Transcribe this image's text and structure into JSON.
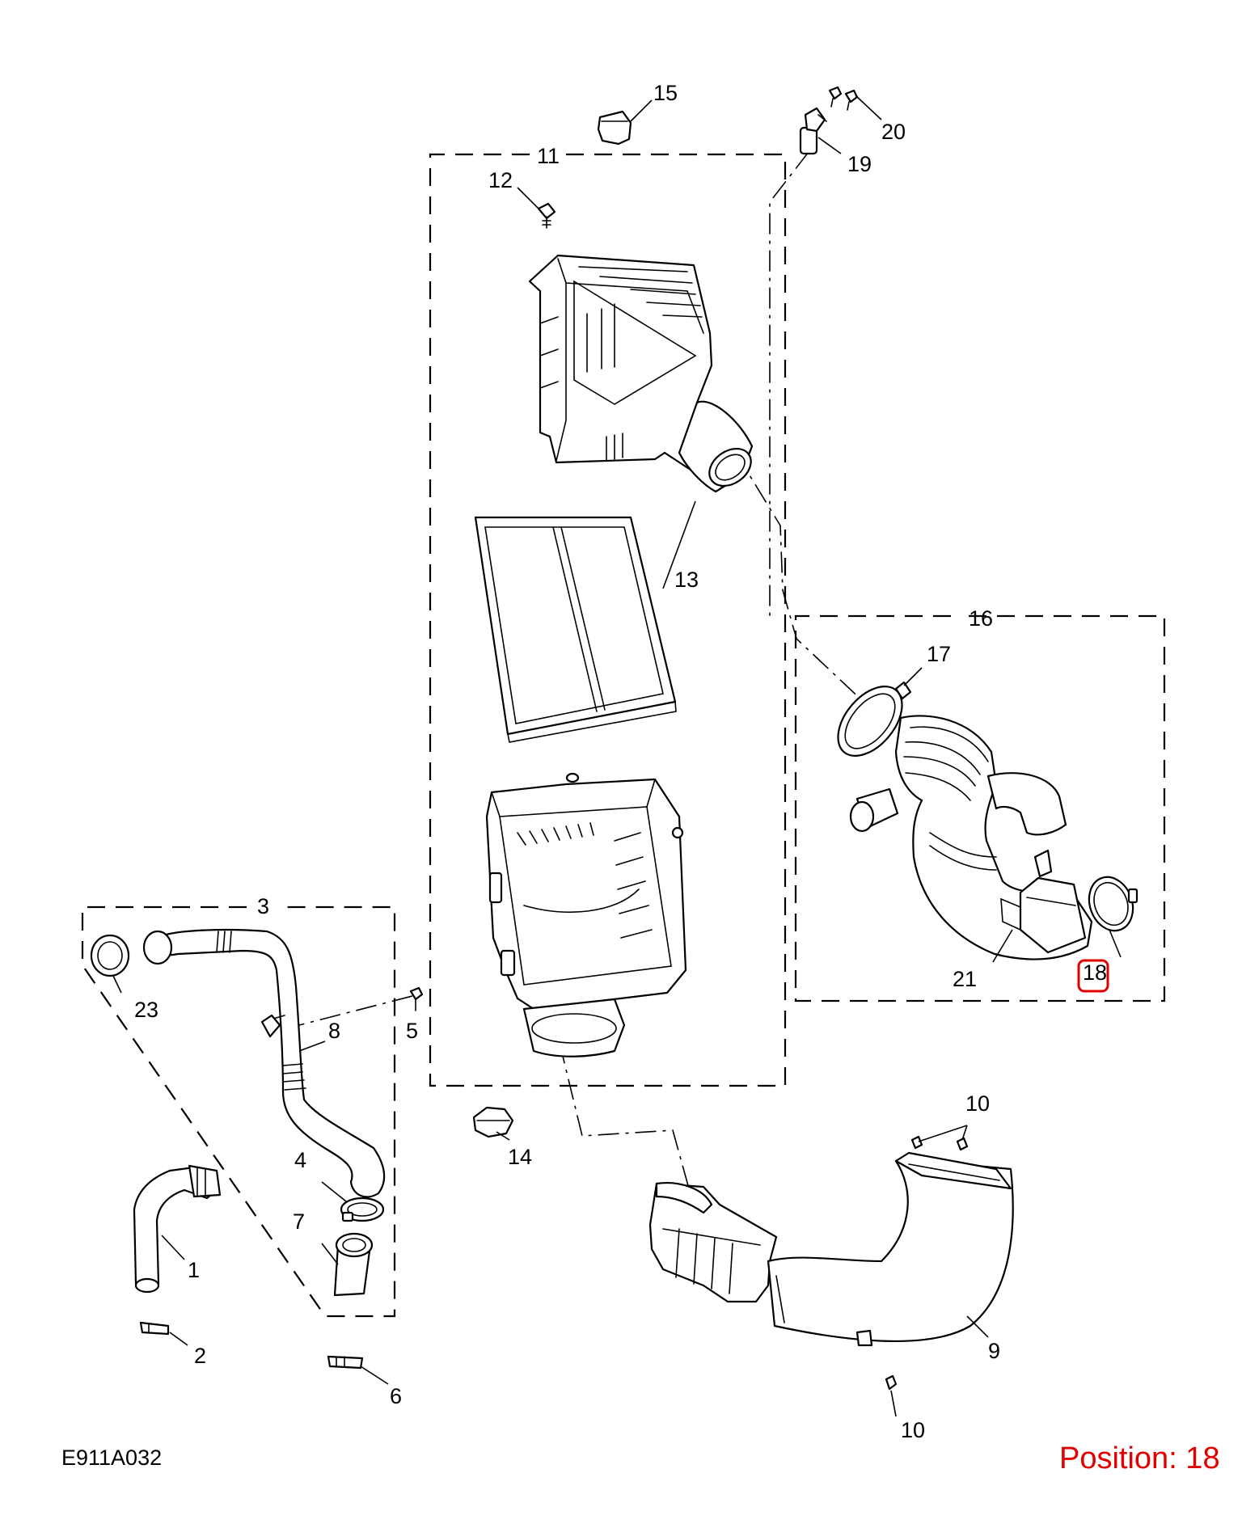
{
  "reference_code": "E911A032",
  "position_label": "Position: 18",
  "highlight_color": "#e00000",
  "callouts": {
    "c1": "1",
    "c2": "2",
    "c3": "3",
    "c4": "4",
    "c5": "5",
    "c6": "6",
    "c7": "7",
    "c8": "8",
    "c9": "9",
    "c10a": "10",
    "c10b": "10",
    "c11": "11",
    "c12": "12",
    "c13": "13",
    "c14": "14",
    "c15": "15",
    "c16": "16",
    "c17": "17",
    "c18": "18",
    "c19": "19",
    "c20": "20",
    "c21": "21",
    "c23": "23"
  }
}
